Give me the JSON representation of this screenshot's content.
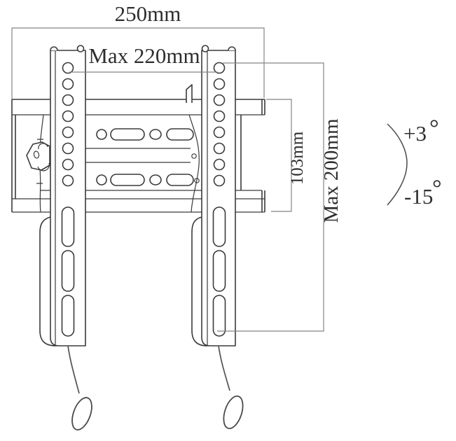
{
  "diagram": {
    "kind": "tilting-tv-wall-mount-technical-drawing",
    "labels": {
      "overall_width": "250mm",
      "max_pattern_width": "Max 220mm",
      "plate_height": "103mm",
      "max_pattern_height": "Max 200mm"
    },
    "tilt": {
      "up": "+3",
      "down": "-15",
      "degree": "°"
    },
    "colors": {
      "background": "#ffffff",
      "drawing_line": "#3a3a3a",
      "dimension_line": "#858585",
      "label_text": "#2e2e2e"
    }
  }
}
